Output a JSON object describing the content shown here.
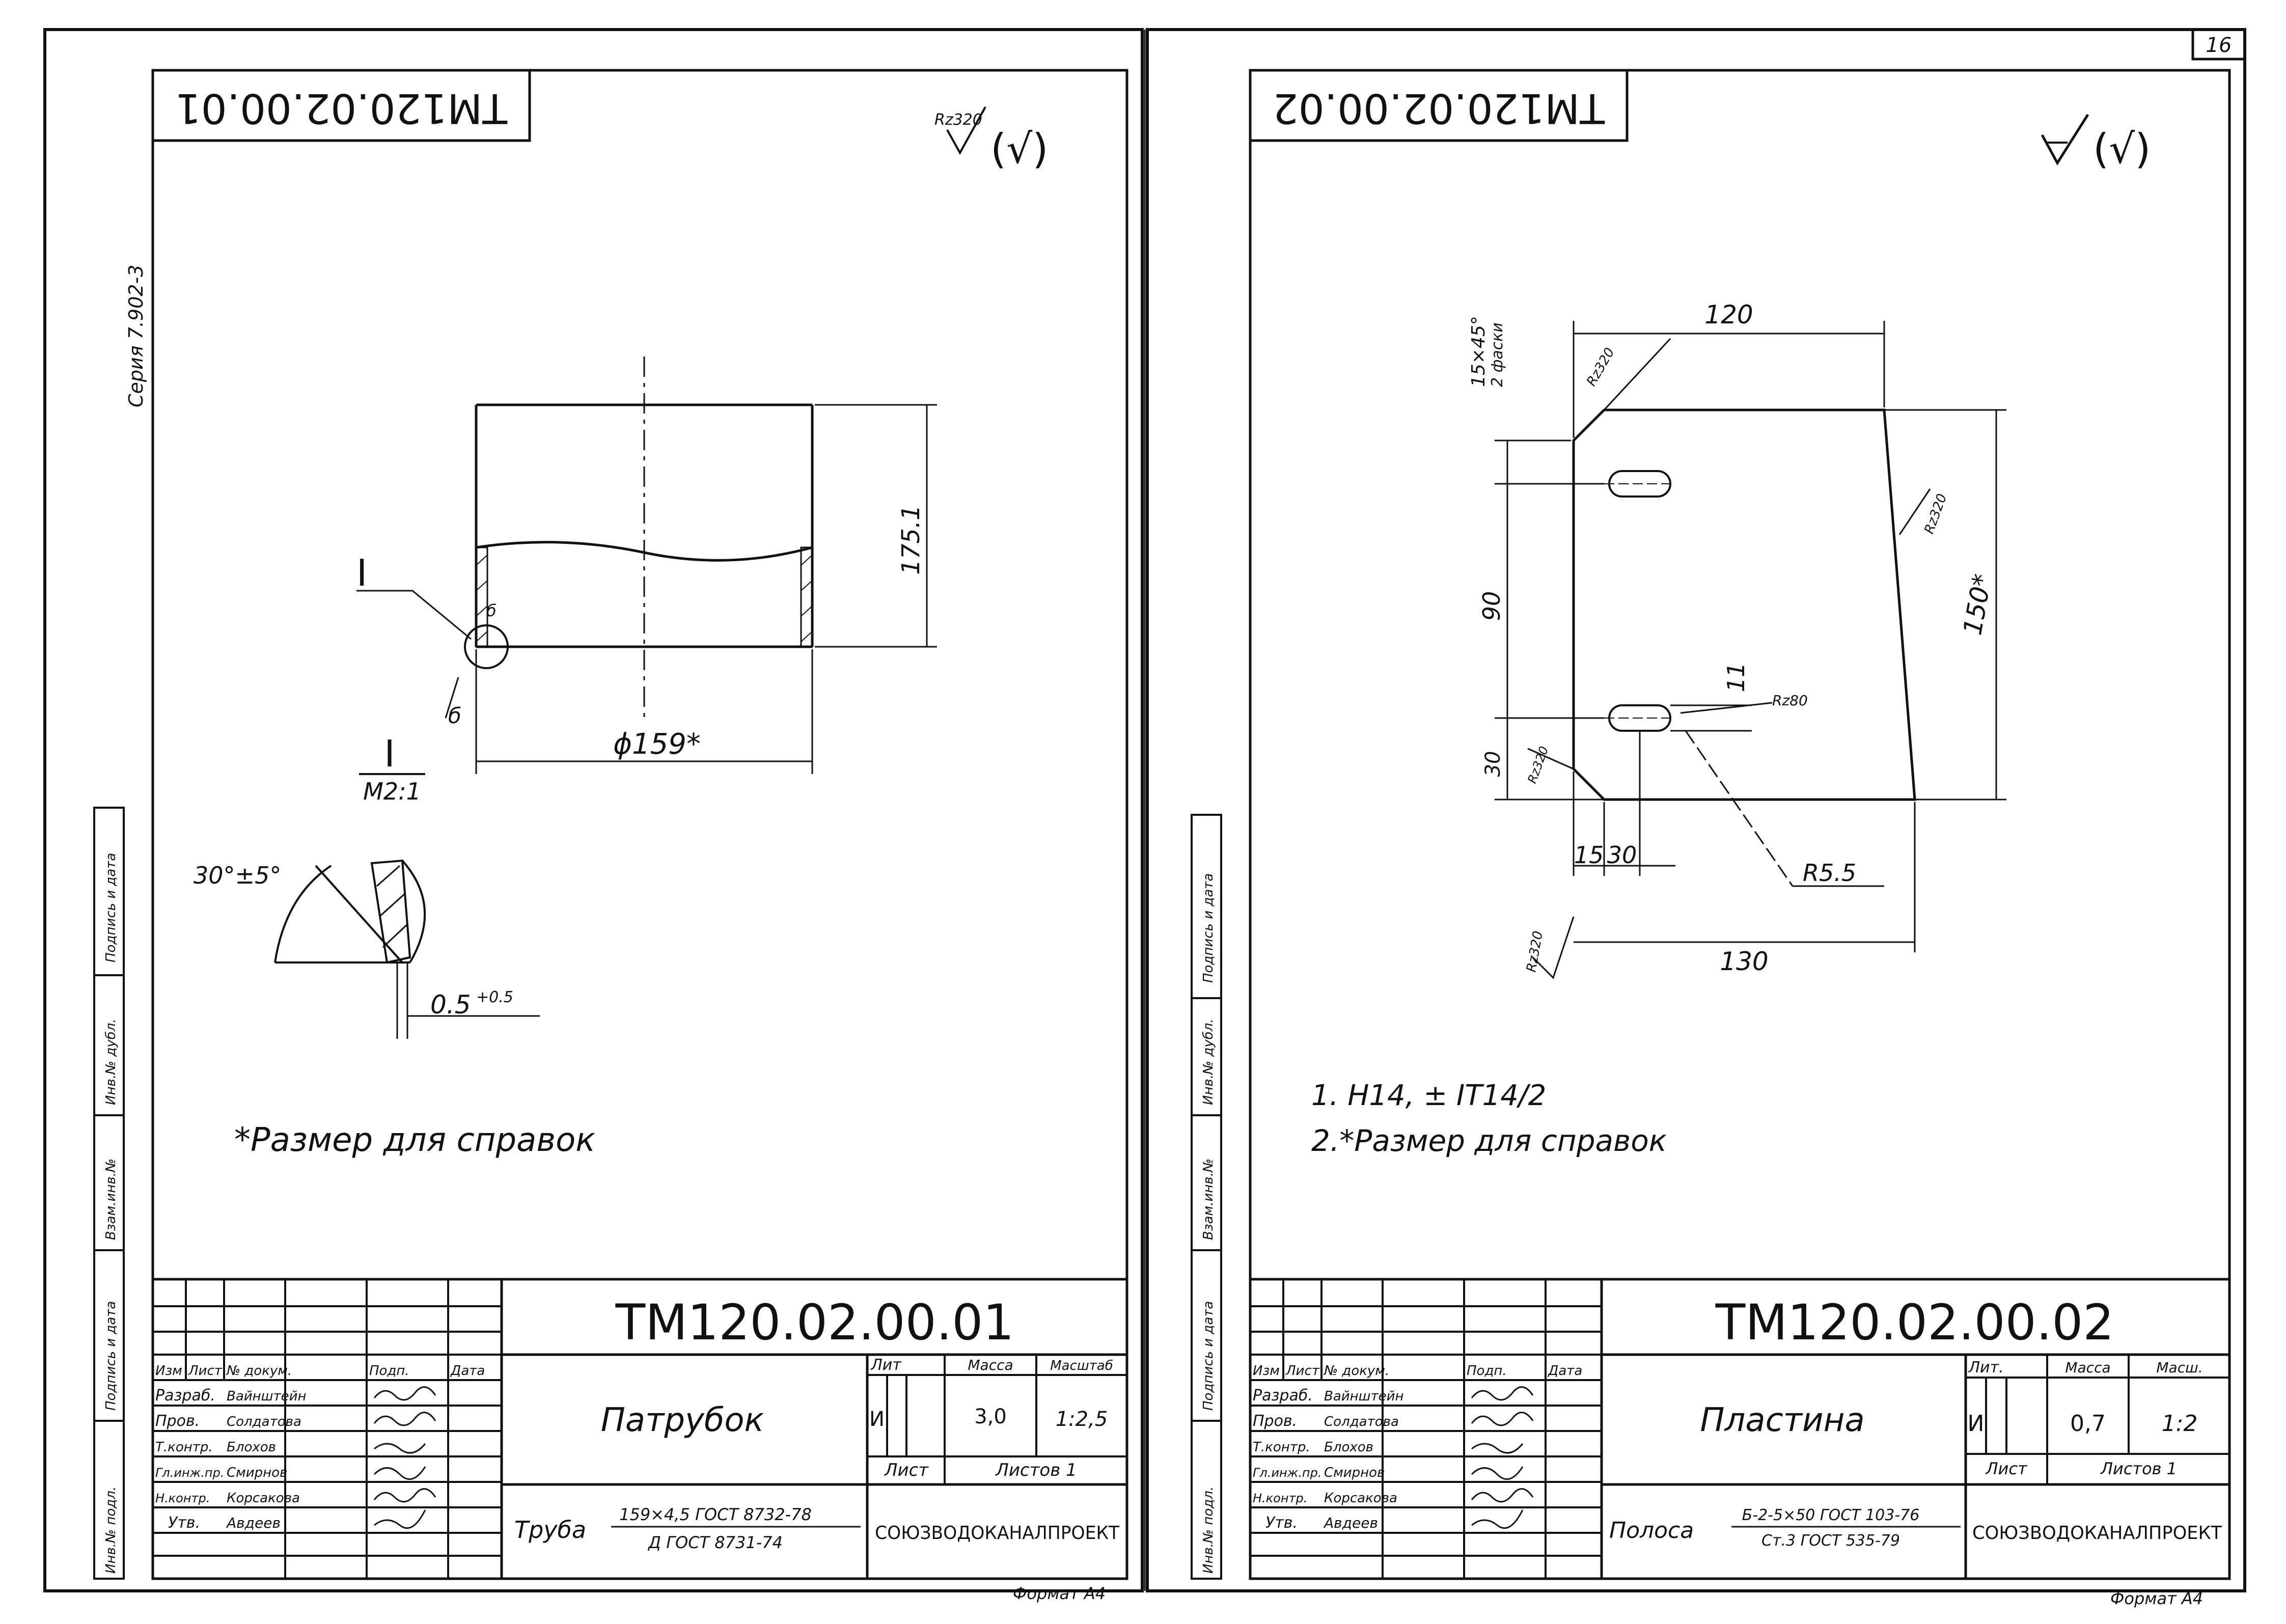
{
  "page_number": "16",
  "series_label": "Серия  7.902-3",
  "left_margin_labels": [
    "Подпись и дата",
    "Инв.№ дубл.",
    "Взам.инв.№",
    "Подпись и дата",
    "Инв.№ подл."
  ],
  "sheets": [
    {
      "id": "sheet1",
      "designation_stamp": "ТМ120.02.00.01",
      "roughness_mark": "Rz320",
      "roughness_paren": "(√)",
      "dims": {
        "height": "175.1",
        "diameter": "ϕ159*",
        "section_ref": "I",
        "detail_ref": "I",
        "detail_scale": "M2:1",
        "angle": "30°±5°",
        "land": "0.5",
        "land_tol": "+0.5",
        "weld_mark": "б"
      },
      "notes": [
        "*Размер для справок"
      ],
      "title_block": {
        "designation": "ТМ120.02.00.01",
        "name": "Патрубок",
        "material_prefix": "Труба",
        "material_top": "159×4,5  ГОСТ 8732-78",
        "material_bottom": "Д ГОСТ 8731-74",
        "col_lit": "Лит",
        "col_mass": "Масса",
        "col_scale": "Масштаб",
        "lit_value": "И",
        "mass_value": "3,0",
        "scale_value": "1:2,5",
        "sheet_label": "Лист",
        "sheets_label": "Листов 1",
        "org": "СОЮЗВОДОКАНАЛПРОЕКТ",
        "format": "Формат А4",
        "headers": [
          "Изм",
          "Лист",
          "№ докум.",
          "Подп.",
          "Дата"
        ],
        "rows": [
          {
            "role": "Разраб.",
            "name": "Вайнштейн"
          },
          {
            "role": "Пров.",
            "name": "Солдатова"
          },
          {
            "role": "Т.контр.",
            "name": "Блохов"
          },
          {
            "role": "Гл.инж.пр.",
            "name": "Смирнов"
          },
          {
            "role": "Н.контр.",
            "name": "Корсакова"
          },
          {
            "role": "Утв.",
            "name": "Авдеев"
          }
        ]
      }
    },
    {
      "id": "sheet2",
      "designation_stamp": "ТМ120.02.00.02",
      "roughness_paren": "(√)",
      "dims": {
        "chamfer_top": "15×45°",
        "chamfer_note": "2 фаски",
        "top_width": "120",
        "roughness_chamfer": "Rz320",
        "roughness_edge": "Rz320",
        "height_right": "150*",
        "slot_spacing": "90",
        "slot_width": "11",
        "roughness_slot": "Rz80",
        "bottom_offset": "30",
        "roughness_chamfer2": "Rz320",
        "left_15": "15",
        "left_30": "30",
        "radius": "R5.5",
        "bottom_width": "130",
        "roughness_bottom": "Rz320"
      },
      "notes": [
        "1. Н14, ± IT14/2",
        "2.*Размер для справок"
      ],
      "title_block": {
        "designation": "ТМ120.02.00.02",
        "name": "Пластина",
        "material_prefix": "Полоса",
        "material_top": "Б-2-5×50 ГОСТ 103-76",
        "material_bottom": "Ст.3 ГОСТ 535-79",
        "col_lit": "Лит.",
        "col_mass": "Масса",
        "col_scale": "Масш.",
        "lit_value": "И",
        "mass_value": "0,7",
        "scale_value": "1:2",
        "sheet_label": "Лист",
        "sheets_label": "Листов 1",
        "org": "СОЮЗВОДОКАНАЛПРОЕКТ",
        "format": "Формат А4",
        "headers": [
          "Изм",
          "Лист",
          "№ докум.",
          "Подп.",
          "Дата"
        ],
        "rows": [
          {
            "role": "Разраб.",
            "name": "Вайнштейн"
          },
          {
            "role": "Пров.",
            "name": "Солдатова"
          },
          {
            "role": "Т.контр.",
            "name": "Блохов"
          },
          {
            "role": "Гл.инж.пр.",
            "name": "Смирнов"
          },
          {
            "role": "Н.контр.",
            "name": "Корсакова"
          },
          {
            "role": "Утв.",
            "name": "Авдеев"
          }
        ]
      }
    }
  ]
}
